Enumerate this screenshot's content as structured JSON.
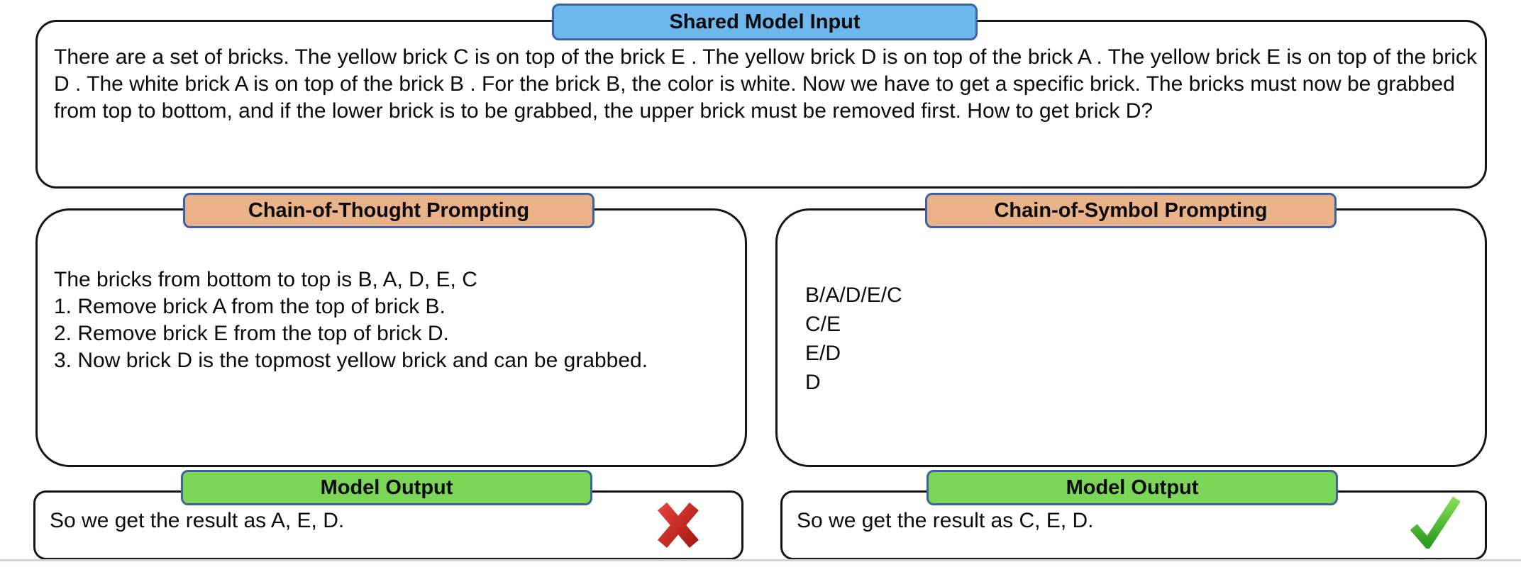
{
  "shared": {
    "badge": "Shared Model Input",
    "text": "There are a set of bricks. The yellow brick C is on top of the brick E . The yellow brick D is on top of the brick A . The yellow brick E is on top of the brick D . The white brick A is on top of the brick B . For the brick B, the color is white. Now we have to get a specific brick. The bricks must now be grabbed from top to bottom, and if the lower brick is to be grabbed, the upper brick must be removed first. How to get brick D?"
  },
  "cot": {
    "badge": "Chain-of-Thought Prompting",
    "lines": [
      "The bricks from bottom to top is B, A, D, E, C",
      "1. Remove brick A from the top of brick B.",
      "2. Remove brick E from the top of brick D.",
      "3. Now brick D is the topmost yellow brick and can be grabbed."
    ]
  },
  "cos": {
    "badge": "Chain-of-Symbol Prompting",
    "lines": [
      "B/A/D/E/C",
      "C/E",
      "E/D",
      "D"
    ]
  },
  "outputs": {
    "left": {
      "badge": "Model Output",
      "text": "So we get the result as A, E, D.",
      "verdict": "incorrect",
      "icon": "cross-icon"
    },
    "right": {
      "badge": "Model Output",
      "text": "So we get the result as C, E, D.",
      "verdict": "correct",
      "icon": "check-icon"
    }
  },
  "colors": {
    "input_badge_fill": "#6db7ef",
    "prompt_badge_fill": "#eab289",
    "output_badge_fill": "#7bd556",
    "badge_border": "#3e62a8",
    "box_border": "#151515",
    "cross_red": "#cd2a21",
    "check_green": "#55b948"
  }
}
